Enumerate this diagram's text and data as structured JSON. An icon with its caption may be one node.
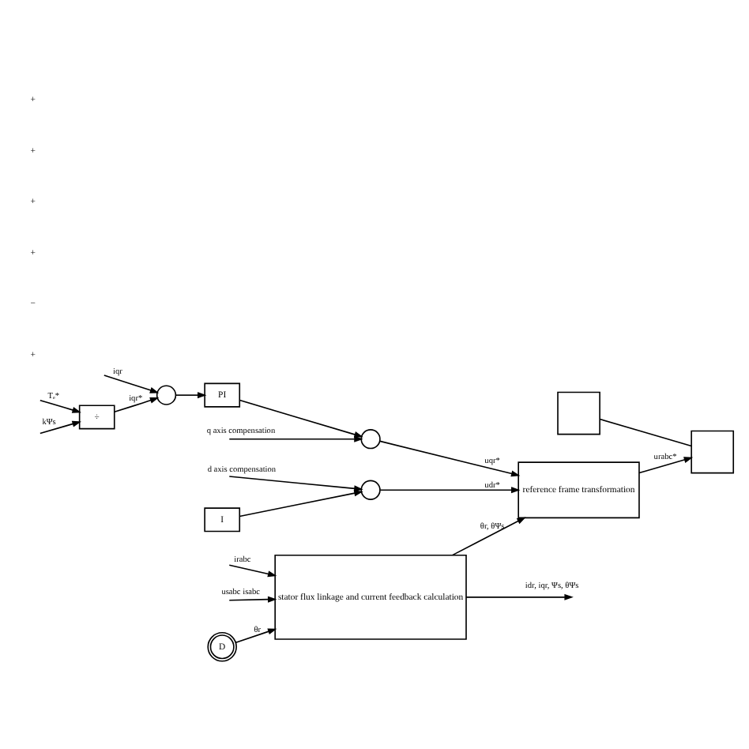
{
  "diagram": {
    "nodes": [
      {
        "text": [
          "÷"
        ]
      },
      {
        "text": [],
        "shape": "circle"
      },
      {
        "text": [
          "PI"
        ]
      },
      {
        "text": [],
        "shape": "circle"
      },
      {
        "text": [
          "reference frame transformation"
        ]
      },
      {
        "text": [],
        "shape": "box"
      },
      {
        "text": [],
        "shape": "box"
      },
      {
        "text": [
          "I"
        ]
      },
      {
        "text": [],
        "shape": "circle"
      },
      {
        "text": [
          "stator flux linkage and current feedback calculation"
        ]
      },
      {
        "text": [
          "D"
        ]
      }
    ],
    "edges": [
      {
        "from": null,
        "to": 0,
        "arrow": "to",
        "label": "Tₑ*"
      },
      {
        "from": null,
        "to": 0,
        "arrow": "to",
        "label": "kΨs"
      },
      {
        "from": 0,
        "to": 1,
        "arrow": "to",
        "label": "iqr*"
      },
      {
        "from": null,
        "to": 1,
        "arrow": "to",
        "label": "iqr"
      },
      {
        "from": 1,
        "to": 2,
        "arrow": "to"
      },
      {
        "from": 2,
        "to": 3,
        "arrow": "to"
      },
      {
        "from": null,
        "to": 3,
        "arrow": "to",
        "label": "q axis compensation"
      },
      {
        "from": 3,
        "to": 4,
        "arrow": "to",
        "label": "uqr*"
      },
      {
        "from": 7,
        "to": 8,
        "arrow": "to"
      },
      {
        "from": null,
        "to": 8,
        "arrow": "to",
        "label": "d axis compensation"
      },
      {
        "from": 8,
        "to": 4,
        "arrow": "to",
        "label": "udr*"
      },
      {
        "from": 4,
        "to": 6,
        "arrow": "to",
        "label": "urabc*"
      },
      {
        "from": 5,
        "to": 6,
        "arrow": "none"
      },
      {
        "from": 9,
        "to": 4,
        "arrow": "to",
        "label": "θr, θΨs"
      },
      {
        "from": 9,
        "to": null,
        "arrow": "to",
        "label": "idr, iqr, Ψs, θΨs"
      },
      {
        "from": null,
        "to": 9,
        "arrow": "to",
        "label": "irabc"
      },
      {
        "from": 10,
        "to": 9,
        "arrow": "to",
        "label": "θr"
      },
      {
        "from": null,
        "to": 9,
        "arrow": "to",
        "label": "usabc isabc"
      }
    ],
    "labels": [
      "+",
      "−",
      "+",
      "+",
      "+",
      "+"
    ]
  }
}
